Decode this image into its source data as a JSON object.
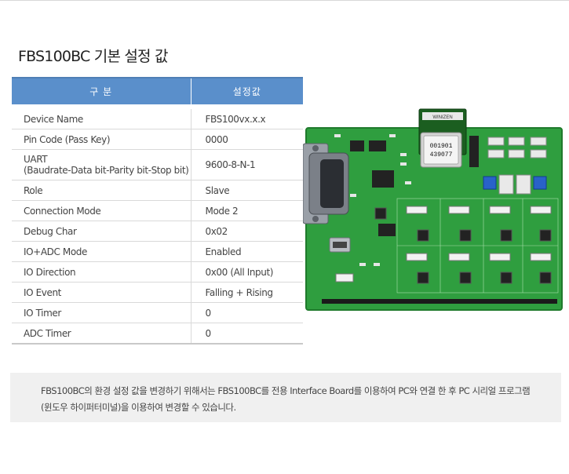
{
  "title": "FBS100BC 기본 설정 값",
  "table": {
    "headers": [
      "구  분",
      "설정값"
    ],
    "rows": [
      {
        "key": "Device Name",
        "value": "FBS100vx.x.x"
      },
      {
        "key": "Pin Code (Pass Key)",
        "value": "0000"
      },
      {
        "key": "UART",
        "key2": "(Baudrate-Data bit-Parity bit-Stop bit)",
        "value": "9600-8-N-1"
      },
      {
        "key": "Role",
        "value": "Slave"
      },
      {
        "key": "Connection Mode",
        "value": "Mode 2"
      },
      {
        "key": "Debug Char",
        "value": "0x02"
      },
      {
        "key": "IO+ADC Mode",
        "value": "Enabled"
      },
      {
        "key": "IO Direction",
        "value": "0x00 (All Input)"
      },
      {
        "key": "IO Event",
        "value": "Falling + Rising"
      },
      {
        "key": "IO Timer",
        "value": "0"
      },
      {
        "key": "ADC Timer",
        "value": "0"
      }
    ]
  },
  "board": {
    "module_brand": "WINIZEN",
    "chip_line1": "001901",
    "chip_line2": "439077",
    "colors": {
      "pcb": "#2f9e3f",
      "pcb_dark": "#1f7a2c",
      "connector": "#8a8f97",
      "chip": "#222222"
    }
  },
  "note": {
    "line1": "FBS100BC의 환경 설정 값을 변경하기 위해서는 FBS100BC를 전용 Interface Board를 이용하여 PC와 연결 한 후 PC 시리얼 프로그램",
    "line2": "(윈도우 하이퍼터미널)을 이용하여 변경할 수 있습니다."
  }
}
